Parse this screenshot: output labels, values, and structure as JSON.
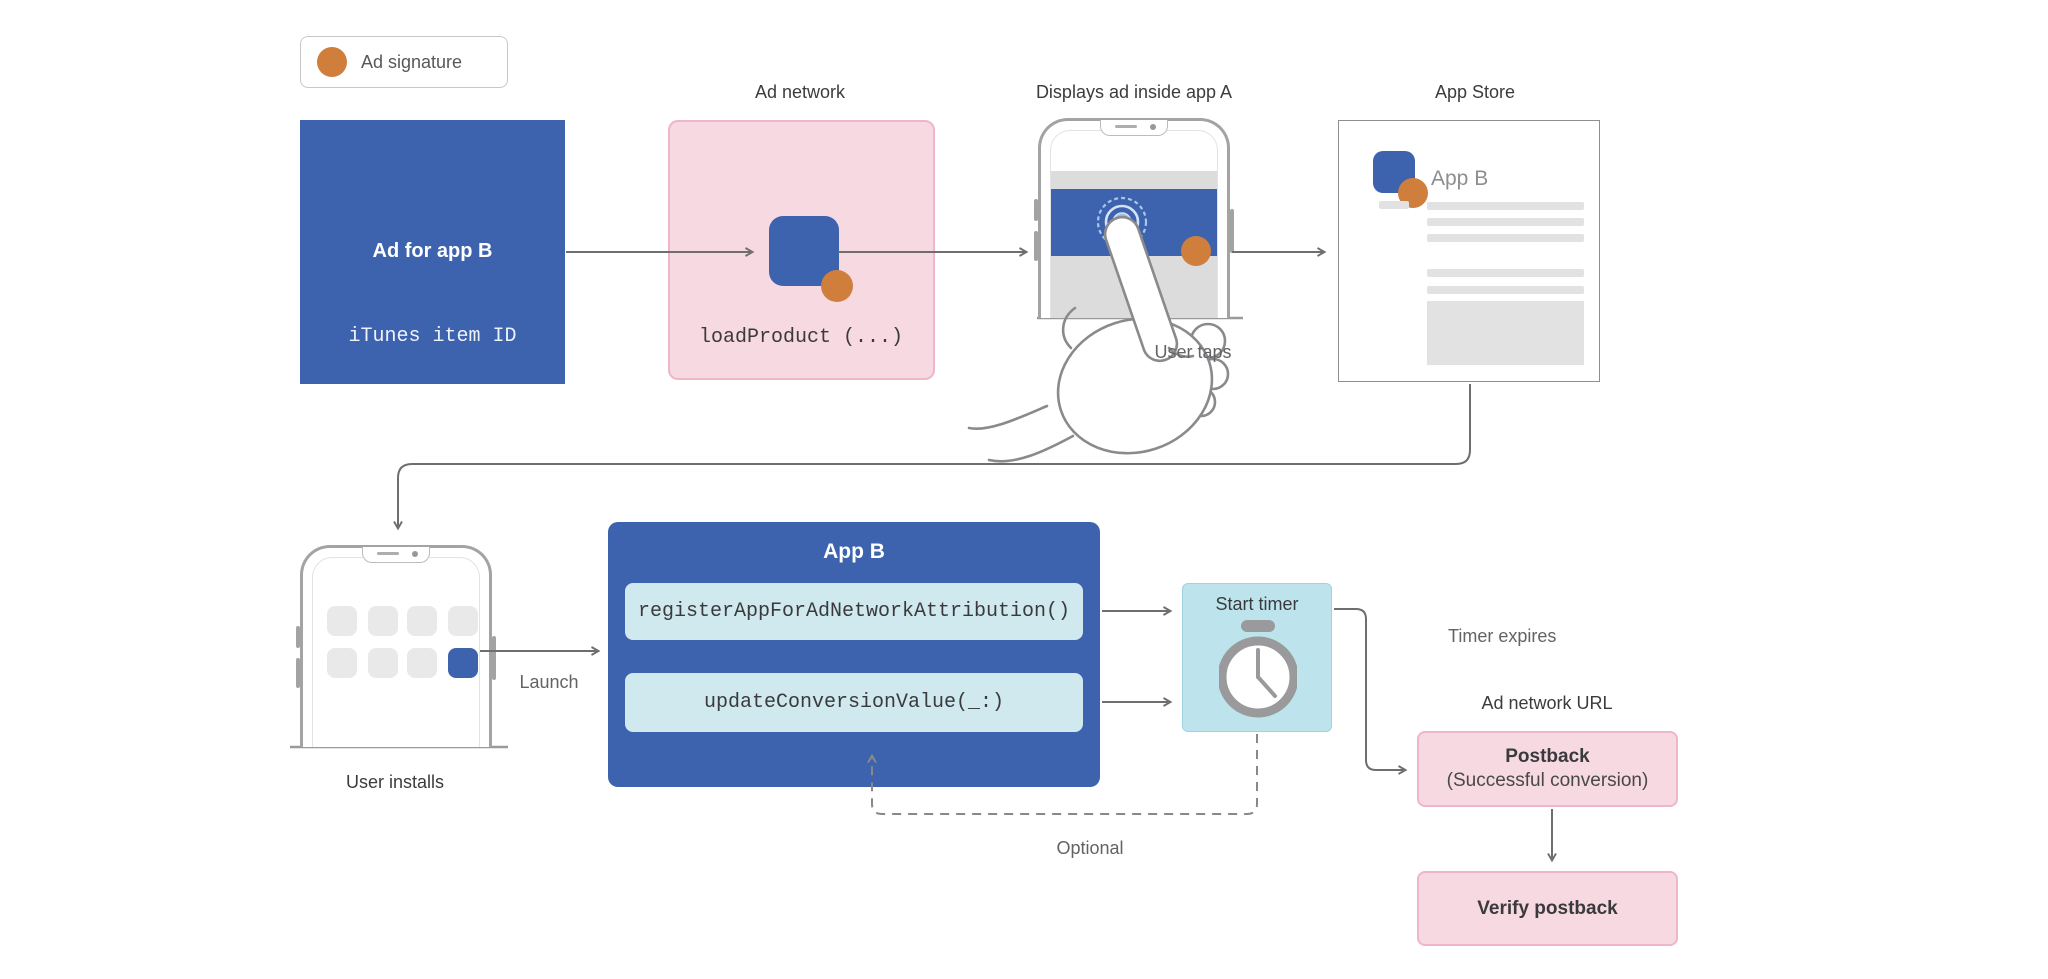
{
  "legend": {
    "label": "Ad signature",
    "swatch": "ad-signature-orange-dot"
  },
  "titles": {
    "ad_network": "Ad network",
    "displays_ad": "Displays ad inside app A",
    "app_store": "App Store",
    "ad_network_url": "Ad network URL"
  },
  "boxes": {
    "ad": {
      "title": "Ad for app B",
      "subtitle": "iTunes item ID"
    },
    "ad_network": {
      "code": "loadProduct (...)"
    },
    "app_store": {
      "app_name": "App B"
    },
    "app_b": {
      "title": "App B",
      "call_register": "registerAppForAdNetworkAttribution()",
      "call_update": "updateConversionValue(_:)"
    },
    "timer": {
      "title": "Start timer"
    },
    "postback": {
      "title": "Postback",
      "subtitle": "(Successful conversion)"
    },
    "verify": {
      "title": "Verify postback"
    }
  },
  "labels": {
    "user_taps": "User taps",
    "user_installs": "User installs",
    "launch": "Launch",
    "timer_expires": "Timer expires",
    "optional": "Optional"
  },
  "icons": {
    "stopwatch": "timer-stopwatch-icon",
    "hand": "tapping-hand-icon",
    "ripple": "tap-ripple-icon"
  },
  "colors": {
    "blue": "#3d62ae",
    "pink_fill": "#f7d9e2",
    "pink_border": "#efb6c9",
    "cyan_row": "#cfe9ef",
    "timer_fill": "#bde4ec",
    "orange": "#d07e3c",
    "line_gray": "#6e6e70"
  }
}
